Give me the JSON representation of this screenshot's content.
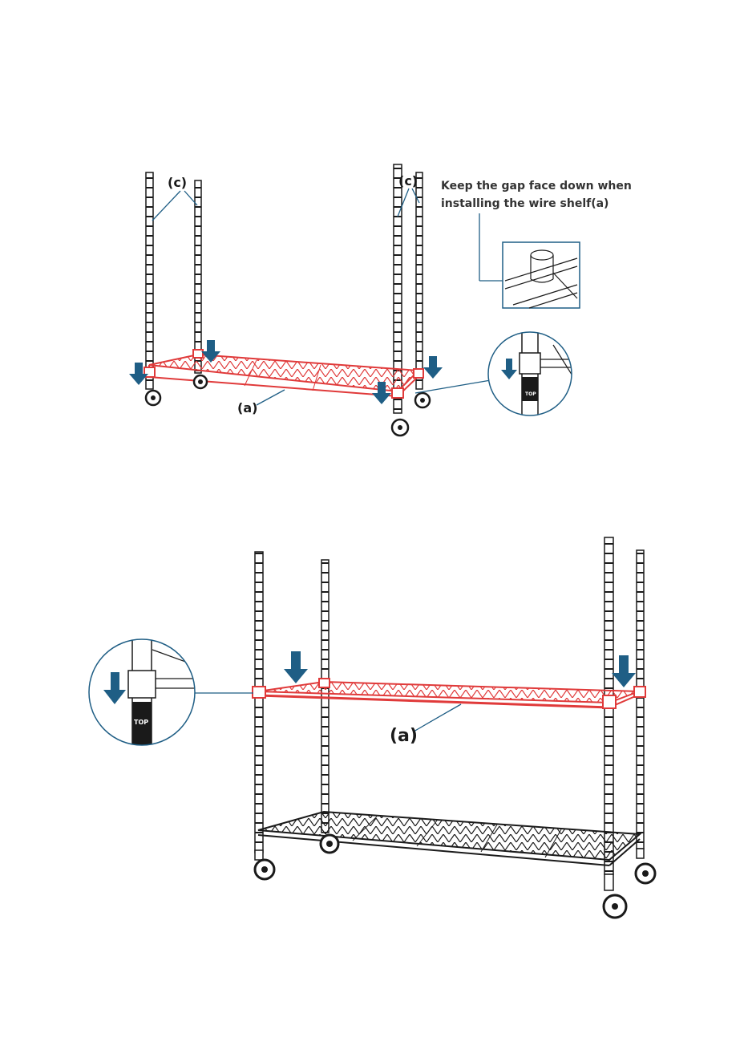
{
  "labels": {
    "post_top_left": "(c)",
    "post_top_right": "(c)",
    "shelf_step1": "(a)",
    "shelf_step2": "(a)"
  },
  "note": {
    "line1": "Keep the gap face down when",
    "line2": "installing the wire shelf(a)"
  },
  "detail": {
    "top_mark": "TOP"
  },
  "colors": {
    "shelf_highlight": "#e03a3a",
    "arrow": "#1f5e85",
    "line": "#1a1a1a"
  },
  "icons": [
    "arrow-down-icon",
    "caster-wheel-icon",
    "magnifier-circle-icon"
  ]
}
